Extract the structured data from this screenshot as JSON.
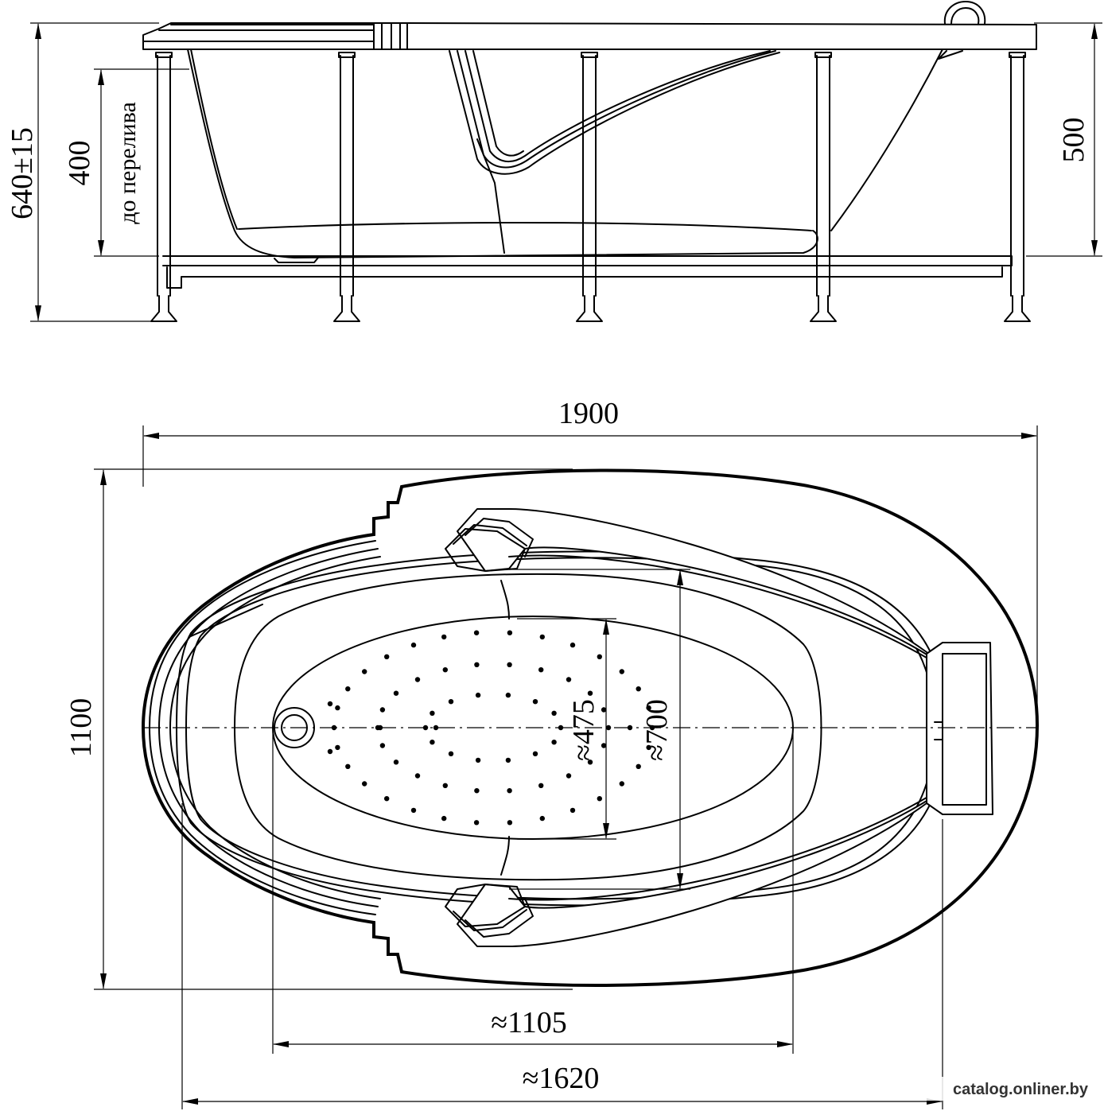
{
  "dimensions": {
    "total_height": "640±15",
    "overflow_height": "400",
    "overflow_label": "до перелива",
    "frame_height": "500",
    "length": "1900",
    "width": "1100",
    "jet_zone_width": "≈475",
    "bowl_width": "≈700",
    "bowl_length": "≈1105",
    "inner_length": "≈1620"
  },
  "watermark": "catalog.onliner.by"
}
